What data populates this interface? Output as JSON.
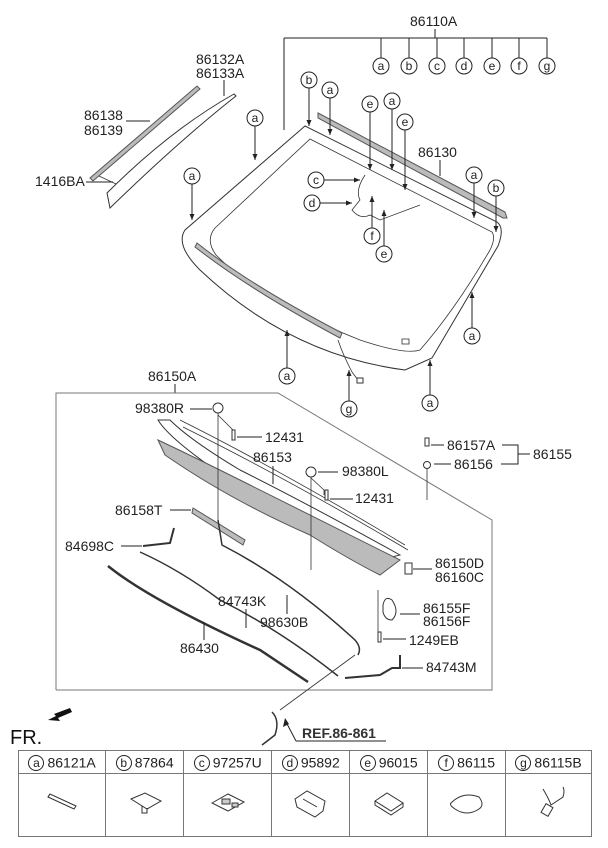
{
  "diagram": {
    "assembly_label": "86110A",
    "assembly_callouts": [
      "a",
      "b",
      "c",
      "d",
      "e",
      "f",
      "g"
    ],
    "parts": {
      "molding_upper": [
        "86132A",
        "86133A"
      ],
      "molding_inner": [
        "86138",
        "86139"
      ],
      "clip": "1416BA",
      "molding_top": "86130",
      "cowl_assembly": "86150A",
      "nozzle_r": "98380R",
      "screw_1": "12431",
      "cowl_seal": "86153",
      "nozzle_l": "98380L",
      "screw_2": "12431",
      "pad": "86158T",
      "hose_c": "84698C",
      "fastener_group": "86155",
      "fastener_a": "86157A",
      "fastener_b": "86156",
      "bracket": [
        "86150D",
        "86160C"
      ],
      "cover": [
        "86155F",
        "86156F"
      ],
      "bolt": "1249EB",
      "hose_k": "84743K",
      "hose_b": "98630B",
      "hose_main": "86430",
      "hose_m": "84743M"
    },
    "windshield_callouts": [
      "b",
      "a",
      "e",
      "a",
      "e",
      "c",
      "d",
      "f",
      "e",
      "a",
      "b",
      "a",
      "a",
      "a",
      "a",
      "g",
      "a"
    ],
    "front_indicator": "FR.",
    "reference": "REF.86-861"
  },
  "legend": [
    {
      "letter": "a",
      "part": "86121A",
      "icon": "strip-icon"
    },
    {
      "letter": "b",
      "part": "87864",
      "icon": "clip-icon"
    },
    {
      "letter": "c",
      "part": "97257U",
      "icon": "bracket-icon"
    },
    {
      "letter": "d",
      "part": "95892",
      "icon": "plate-icon"
    },
    {
      "letter": "e",
      "part": "96015",
      "icon": "spacer-icon"
    },
    {
      "letter": "f",
      "part": "86115",
      "icon": "pad-icon"
    },
    {
      "letter": "g",
      "part": "86115B",
      "icon": "connector-icon"
    }
  ]
}
